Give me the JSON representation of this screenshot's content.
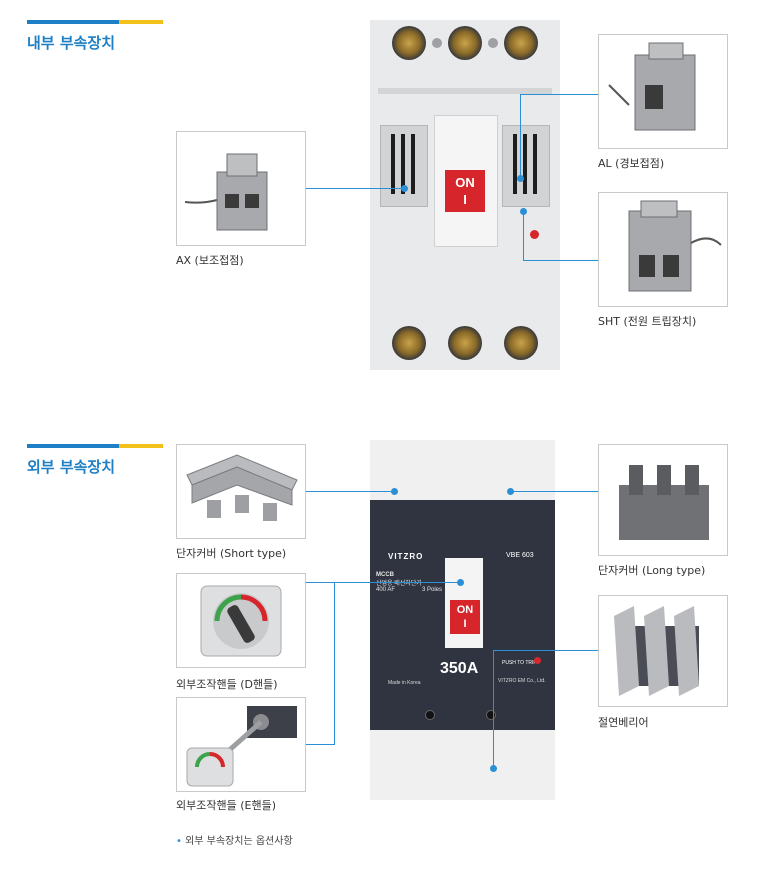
{
  "section1": {
    "title": "내부 부속장치"
  },
  "section2": {
    "title": "외부 부속장치"
  },
  "internal": {
    "ax_caption": "AX (보조접점)",
    "al_caption": "AL (경보접점)",
    "sht_caption": "SHT (전원 트립장치)",
    "on_label": "ON",
    "on_mark": "I"
  },
  "external": {
    "short_cover_caption": "단자커버 (Short type)",
    "long_cover_caption": "단자커버 (Long type)",
    "d_handle_caption": "외부조작핸들 (D핸들)",
    "e_handle_caption": "외부조작핸들 (E핸들)",
    "barrier_caption": "절연베리어",
    "brand": "VITZRO",
    "model": "VBE 603",
    "mccb": "MCCB",
    "mccb_sub": "산업용 배선차단기",
    "rating_af": "400 AF",
    "poles": "3 Poles",
    "current": "350A",
    "on_label": "ON",
    "on_mark": "I",
    "push_to_trip": "PUSH TO TRIP",
    "made_in": "Made in Korea",
    "maker": "VITZRO EM Co., Ltd."
  },
  "footnote": {
    "bullet": "•",
    "text": "외부 부속장치는 옵션사항"
  },
  "colors": {
    "accent_blue": "#1e7fc4",
    "accent_yellow": "#f2c01a",
    "line_blue": "#2a8fd4",
    "on_red": "#d6262b"
  }
}
